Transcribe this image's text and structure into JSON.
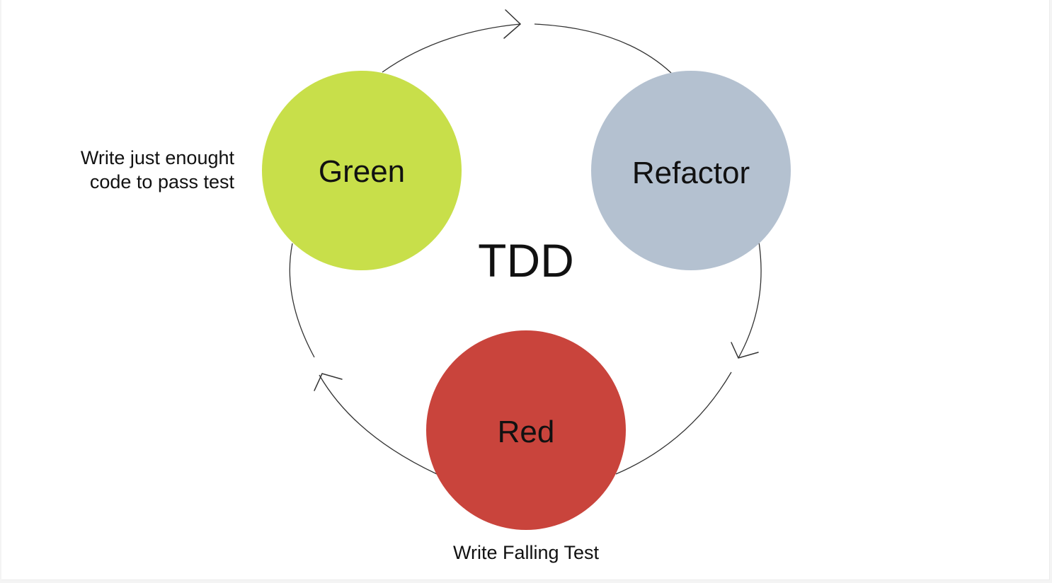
{
  "diagram": {
    "title": "TDD",
    "nodes": [
      {
        "id": "green",
        "label": "Green",
        "color": "#c8df4a"
      },
      {
        "id": "refactor",
        "label": "Refactor",
        "color": "#b4c1d0"
      },
      {
        "id": "red",
        "label": "Red",
        "color": "#c9443c"
      }
    ],
    "cycle": [
      "green",
      "refactor",
      "red",
      "green"
    ],
    "notes": {
      "green": [
        "Write just enought",
        "code to pass test"
      ],
      "red": "Write Falling Test"
    },
    "arrow_color": "#333333"
  }
}
